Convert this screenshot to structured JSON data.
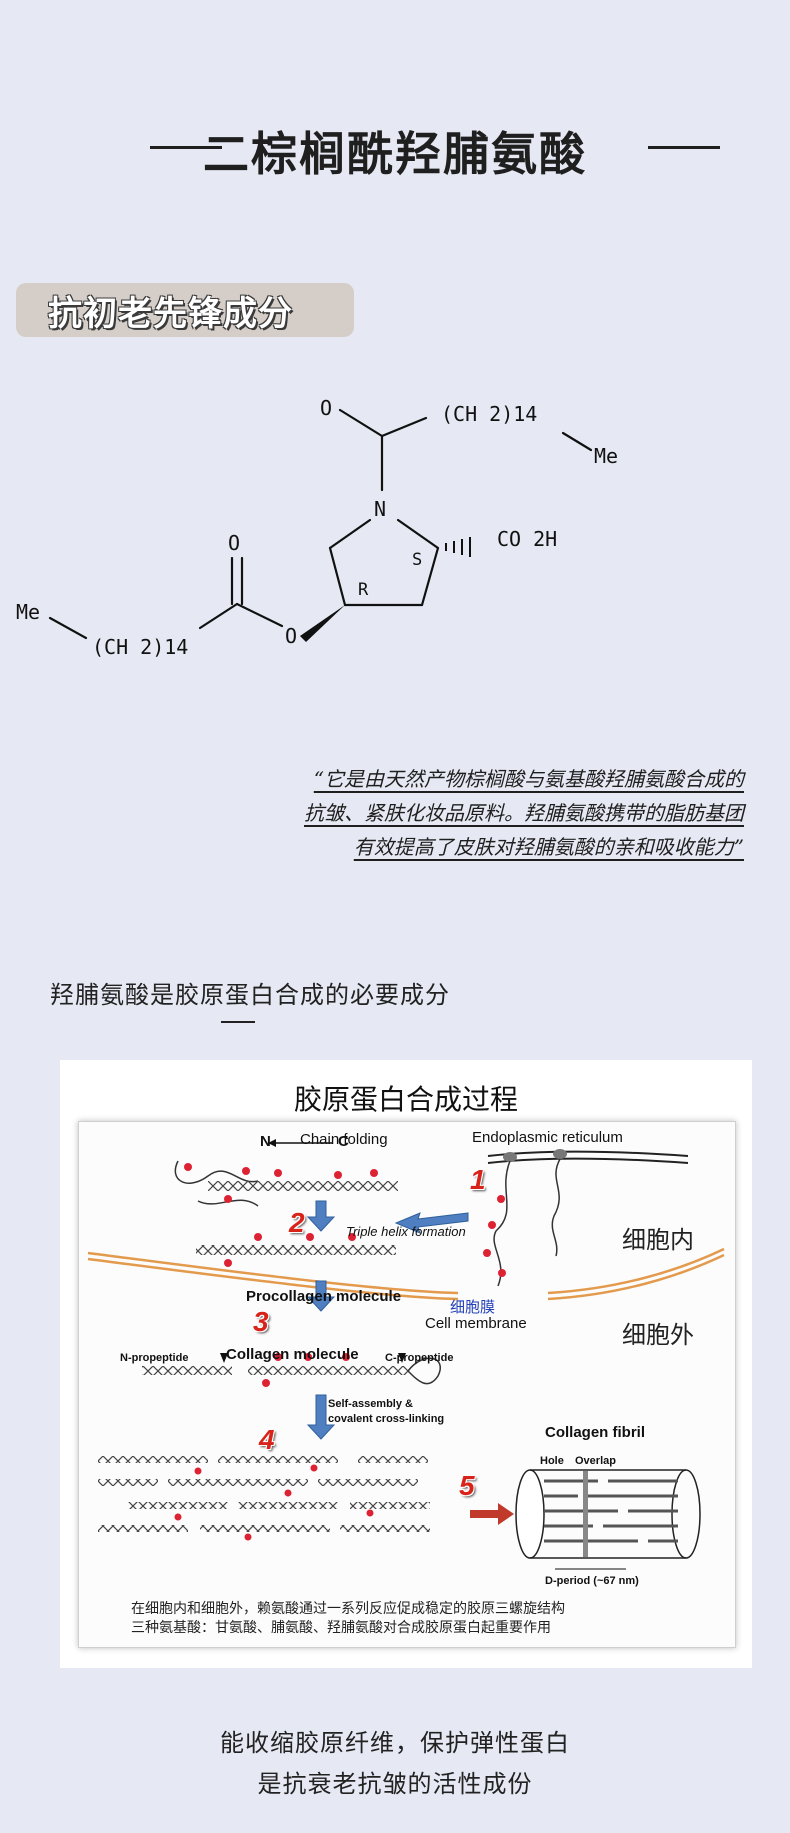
{
  "title": "二棕榈酰羟脯氨酸",
  "tag": "抗初老先锋成分",
  "structure": {
    "o_top": "O",
    "ch2_top": "(CH 2)14",
    "me_top": "Me",
    "n": "N",
    "co2h": "CO 2H",
    "s": "S",
    "r": "R",
    "o_left": "O",
    "o_ester": "O",
    "me_left": "Me",
    "ch2_left": "(CH 2)14"
  },
  "quote": {
    "line1": "“它是由天然产物棕榈酸与氨基酸羟脯氨酸合成的",
    "line2": "抗皱、紧肤化妆品原料。羟脯氨酸携带的脂肪基团",
    "line3": "有效提高了皮肤对羟脯氨酸的亲和吸收能力”"
  },
  "section_heading": "羟脯氨酸是胶原蛋白合成的必要成分",
  "figure": {
    "title": "胶原蛋白合成过程",
    "chain_folding": "Chain folding",
    "n": "N",
    "c": "C",
    "er": "Endoplasmic reticulum",
    "triple_helix": "Triple helix formation",
    "procollagen": "Procollagen molecule",
    "membrane_zh": "细胞膜",
    "membrane_en": "Cell membrane",
    "inside": "细胞内",
    "outside": "细胞外",
    "n_propeptide": "N-propeptide",
    "collagen_molecule": "Collagen molecule",
    "c_propeptide": "C-propeptide",
    "self_assembly": "Self-assembly &",
    "crosslinking": "covalent cross-linking",
    "collagen_fibril": "Collagen fibril",
    "hole": "Hole",
    "overlap": "Overlap",
    "d_period": "D-period (~67 nm)",
    "steps": [
      "1",
      "2",
      "3",
      "4",
      "5"
    ],
    "caption1": "在细胞内和细胞外，赖氨酸通过一系列反应促成稳定的胶原三螺旋结构",
    "caption2": "三种氨基酸：甘氨酸、脯氨酸、羟脯氨酸对合成胶原蛋白起重要作用"
  },
  "bottom": {
    "line1": "能收缩胶原纤维，保护弹性蛋白",
    "line2": "是抗衰老抗皱的活性成份"
  },
  "colors": {
    "background": "#e6e9f3",
    "tag_bg": "#d4cdc8",
    "arrow_blue": "#4f7fc0",
    "step_red": "#d8231a",
    "membrane": "#e39a4c"
  }
}
